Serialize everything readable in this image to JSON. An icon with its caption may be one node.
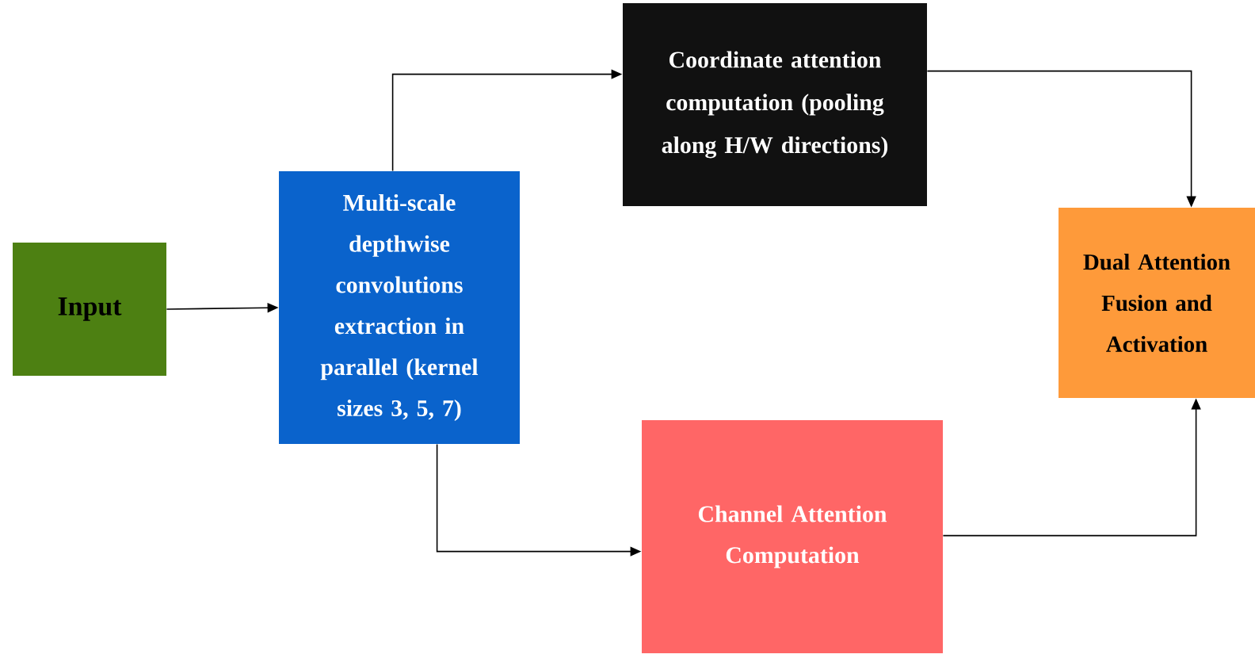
{
  "diagram": {
    "nodes": [
      {
        "text": [
          "Input"
        ]
      },
      {
        "text": [
          "Multi-scale depthwise convolutions extraction in parallel (kernel sizes 3, 5, 7)"
        ]
      },
      {
        "text": [
          "Coordinate attention computation (pooling along H/W directions)"
        ]
      },
      {
        "text": [
          "Channel Attention Computation"
        ]
      },
      {
        "text": [
          "Dual Attention Fusion and Activation"
        ]
      }
    ],
    "edges": [
      {
        "from": 0,
        "to": 1,
        "arrow": "to"
      },
      {
        "from": 1,
        "to": 2,
        "arrow": "to"
      },
      {
        "from": 1,
        "to": 3,
        "arrow": "to"
      },
      {
        "from": 2,
        "to": 4,
        "arrow": "to"
      },
      {
        "from": 3,
        "to": 4,
        "arrow": "to"
      }
    ]
  }
}
